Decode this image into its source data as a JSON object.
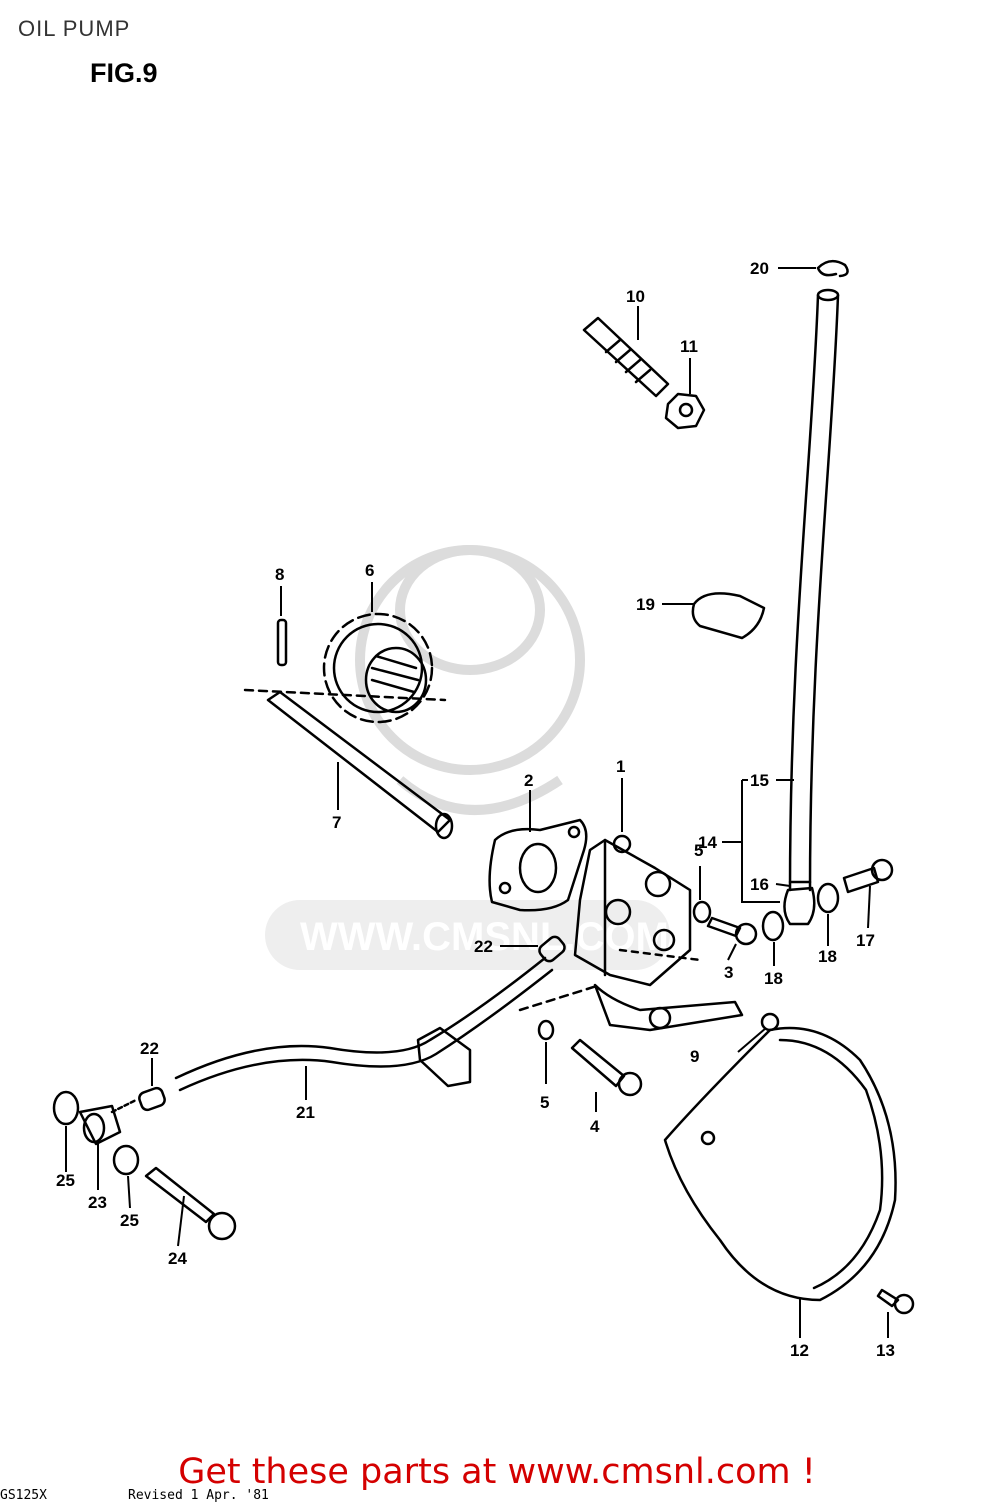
{
  "header": {
    "title": "OIL PUMP",
    "figure": "FIG.9"
  },
  "watermark": {
    "text": "WWW.CMSNL.COM",
    "color": "#d9d9d9"
  },
  "callouts": [
    "1",
    "2",
    "3",
    "4",
    "5",
    "5",
    "6",
    "7",
    "8",
    "9",
    "10",
    "11",
    "12",
    "13",
    "14",
    "15",
    "16",
    "17",
    "18",
    "18",
    "19",
    "20",
    "21",
    "22",
    "22",
    "23",
    "24",
    "25",
    "25"
  ],
  "footer": {
    "promo": "Get these parts at www.cmsnl.com !",
    "promo_color": "#d40000",
    "left_code": "GS125X",
    "revision": "Revised 1 Apr. '81"
  }
}
